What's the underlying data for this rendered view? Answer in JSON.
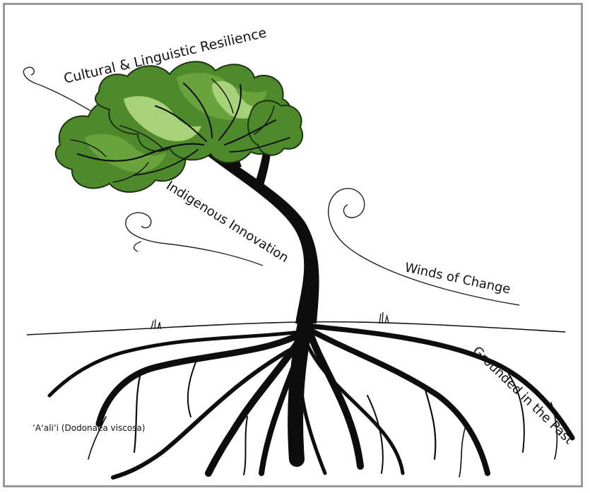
{
  "labels": {
    "canopy": "Cultural & Linguistic Resilience",
    "trunk": "Indigenous Innovation",
    "wind": "Winds of Change",
    "roots": "Grounded in the Past",
    "species": "‘A‘ali‘i (Dodonaea viscosa)"
  },
  "colors": {
    "leaf_dark": "#4e8a2c",
    "leaf_mid": "#6aa33c",
    "leaf_light": "#a8d27a",
    "ink": "#0d0d0d",
    "frame": "#9a9a9a"
  }
}
